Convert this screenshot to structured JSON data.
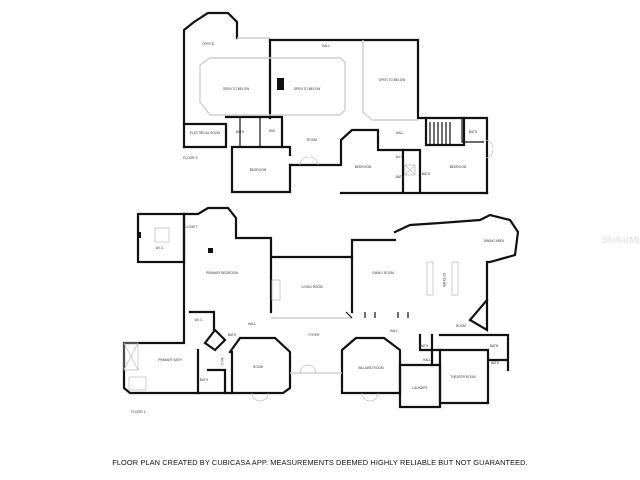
{
  "floor2": {
    "label": "FLOOR 2",
    "rooms": {
      "office": "OFFICE",
      "hall_top": "HALL",
      "open1": "OPEN TO BELOW",
      "open2": "OPEN TO BELOW",
      "open3": "OPEN TO BELOW",
      "electrical": "ELECTRICAL ROOM",
      "bath1": "BATH",
      "wd": "W/D",
      "room": "ROOM",
      "hall_right": "HALL",
      "bedroom1": "BEDROOM",
      "bedroom2": "BEDROOM",
      "bedroom3": "BEDROOM",
      "wic": "W.I.C.",
      "bath2": "BATH",
      "bath3": "BATH",
      "bath4": "BATH"
    }
  },
  "floor1": {
    "label": "FLOOR 1",
    "rooms": {
      "wic1": "W.I.C.",
      "closet": "CLOSET",
      "primary_bedroom": "PRIMARY BEDROOM",
      "living_room": "LIVING ROOM",
      "family_room": "FAMILY ROOM",
      "kitchen": "KITCHEN",
      "dining_area": "DINING AREA",
      "wic2": "W.I.C.",
      "hall1": "HALL",
      "foyer": "FOYER",
      "bath1": "BATH",
      "hall2": "HALL",
      "primary_bath": "PRIMARY BATH",
      "bath2": "BATH",
      "wic3": "W.I.C.",
      "room": "ROOM",
      "billiard_room": "BILLIARD ROOM",
      "bath3": "BATH",
      "hall3": "HALL",
      "laundry": "LAUNDRY",
      "theater_room": "THEATER ROOM",
      "bath4": "BATH",
      "bath5": "BATH",
      "room2": "ROOM"
    }
  },
  "footer": "FLOOR PLAN CREATED BY CUBICASA APP. MEASUREMENTS DEEMED HIGHLY RELIABLE BUT NOT GUARANTEED.",
  "watermark": "StellarMLS"
}
